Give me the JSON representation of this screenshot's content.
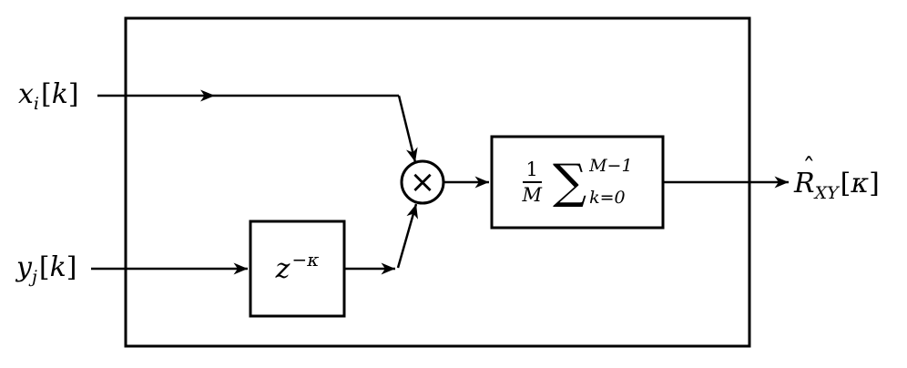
{
  "labels": {
    "input_x": {
      "base": "x",
      "sub": "i",
      "open": "[",
      "arg": "k",
      "close": "]"
    },
    "input_y": {
      "base": "y",
      "sub": "j",
      "open": "[",
      "arg": "k",
      "close": "]"
    },
    "delay": {
      "base": "z",
      "sup": "−κ"
    },
    "multiplier": {
      "symbol": "×"
    },
    "averager": {
      "numerator": "1",
      "denominator": "M",
      "sigma": "∑",
      "upper_limit": "M−1",
      "lower_limit": "k=0"
    },
    "output": {
      "hat": "ˆ",
      "base": "R",
      "sub": "XY",
      "open": "[",
      "arg": "κ",
      "close": "]"
    }
  },
  "colors": {
    "stroke": "#000000",
    "background": "#ffffff"
  }
}
